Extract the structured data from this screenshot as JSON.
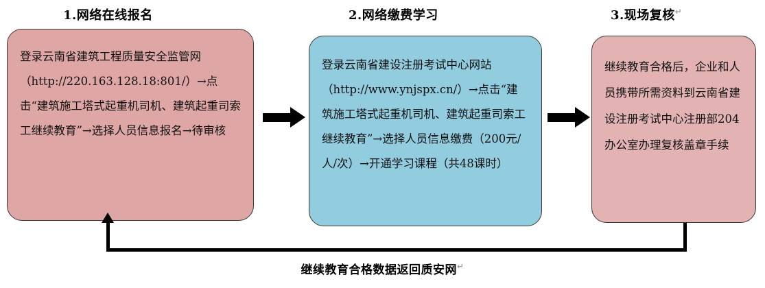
{
  "diagram": {
    "title_caption": "继续教育合格数据返回质安网",
    "colors": {
      "step1_fill": "#dfa6a6",
      "step2_fill": "#92ccdf",
      "step3_fill": "#e3b3b3",
      "box_border": "#3f3733",
      "arrow": "#000000",
      "text": "#111111",
      "pilcrow": "#9aa0b0"
    },
    "headings": [
      {
        "label": "1.网络在线报名",
        "mark": ""
      },
      {
        "label": "2.网络缴费学习",
        "mark": ""
      },
      {
        "label": "3.现场复核",
        "mark": "↵"
      }
    ],
    "steps": [
      {
        "id": "step-1",
        "heading": "1.网络在线报名",
        "body": "登录云南省建筑工程质量安全监管网（http://220.163.128.18:801/）→点击“建筑施工塔式起重机司机、建筑起重司索工继续教育”→选择人员信息报名→待审核",
        "url": "http://220.163.128.18:801/",
        "fill": "#dfa6a6"
      },
      {
        "id": "step-2",
        "heading": "2.网络缴费学习",
        "body": "登录云南省建设注册考试中心网站（http://www.ynjspx.cn/）→点击“建筑施工塔式起重机司机、建筑起重司索工继续教育”→选择人员信息缴费（200元/人/次）→开通学习课程（共48课时）",
        "url": "http://www.ynjspx.cn/",
        "fee": "200元/人/次",
        "course_hours": "共48课时",
        "fill": "#92ccdf"
      },
      {
        "id": "step-3",
        "heading": "3.现场复核",
        "body": "继续教育合格后，企业和人员携带所需资料到云南省建设注册考试中心注册部204办公室办理复核盖章手续",
        "office": "204办公室",
        "fill": "#e3b3b3"
      }
    ],
    "connectors": [
      {
        "name": "arrow-step1-to-step2",
        "from": "step-1",
        "to": "step-2",
        "style": "block-arrow-right"
      },
      {
        "name": "arrow-step2-to-step3",
        "from": "step-2",
        "to": "step-3",
        "style": "block-arrow-right"
      },
      {
        "name": "feedback-loop",
        "from": "step-3",
        "to": "step-1",
        "style": "elbow-arrow-up",
        "label": "继续教育合格数据返回质安网"
      }
    ]
  }
}
